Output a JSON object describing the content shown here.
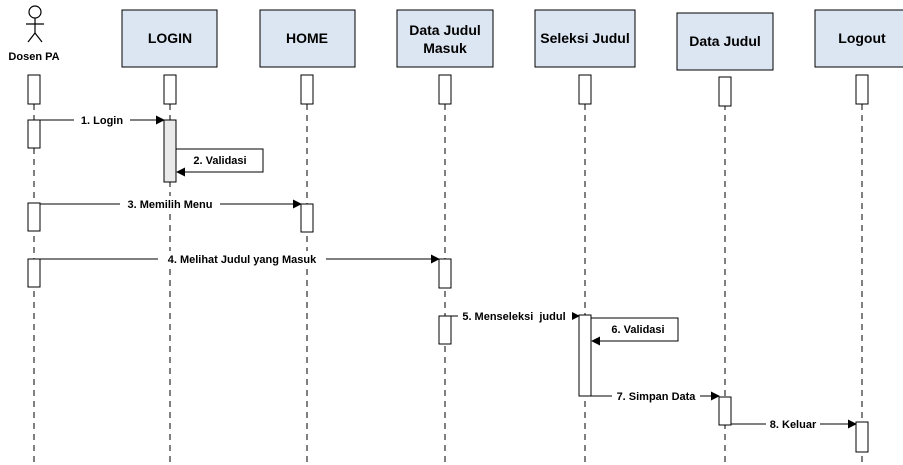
{
  "actor": {
    "label": "Dosen PA",
    "icon": "stick-figure-icon"
  },
  "participants": [
    {
      "id": "login",
      "label": "LOGIN"
    },
    {
      "id": "home",
      "label": "HOME"
    },
    {
      "id": "data-judul-masuk",
      "label": "Data Judul Masuk"
    },
    {
      "id": "seleksi-judul",
      "label": "Seleksi Judul"
    },
    {
      "id": "data-judul",
      "label": "Data Judul"
    },
    {
      "id": "logout",
      "label": "Logout"
    }
  ],
  "messages": [
    {
      "label": "1. Login",
      "from": "Dosen PA",
      "to": "LOGIN"
    },
    {
      "label": "2. Validasi",
      "from": "LOGIN",
      "to": "LOGIN"
    },
    {
      "label": "3. Memilih Menu",
      "from": "Dosen PA",
      "to": "HOME"
    },
    {
      "label": "4. Melihat Judul yang Masuk",
      "from": "Dosen PA",
      "to": "Data Judul Masuk"
    },
    {
      "label": "5. Menseleksi  judul",
      "from": "Data Judul Masuk",
      "to": "Seleksi Judul"
    },
    {
      "label": "6. Validasi",
      "from": "Seleksi Judul",
      "to": "Seleksi Judul"
    },
    {
      "label": "7. Simpan Data",
      "from": "Seleksi Judul",
      "to": "Data Judul"
    },
    {
      "label": "8. Keluar",
      "from": "Data Judul",
      "to": "Logout"
    }
  ],
  "colors": {
    "box_fill": "#dce6f2",
    "line": "#000000",
    "background": "#ffffff"
  }
}
